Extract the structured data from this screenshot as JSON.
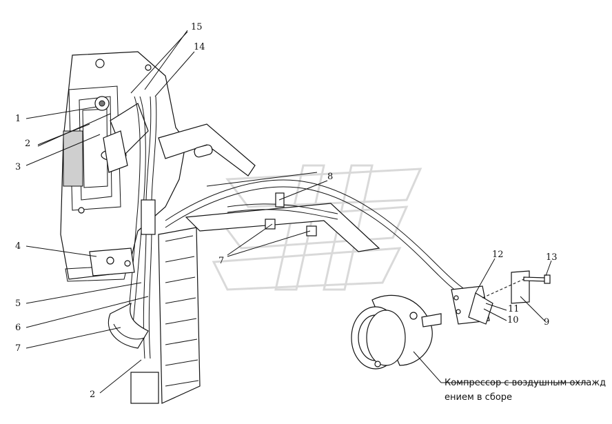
{
  "callouts": {
    "n1": "1",
    "n2a": "2",
    "n2b": "2",
    "n3": "3",
    "n4": "4",
    "n5": "5",
    "n6": "6",
    "n7a": "7",
    "n7b": "7",
    "n8": "8",
    "n9": "9",
    "n10": "10",
    "n11": "11",
    "n12": "12",
    "n13": "13",
    "n14": "14",
    "n15": "15"
  },
  "caption": {
    "line1": "Компрессор с воздушным охлажд",
    "line2": "ением в сборе"
  },
  "colors": {
    "line": "#111111",
    "background": "#ffffff",
    "watermark": "#d9d9d9"
  }
}
